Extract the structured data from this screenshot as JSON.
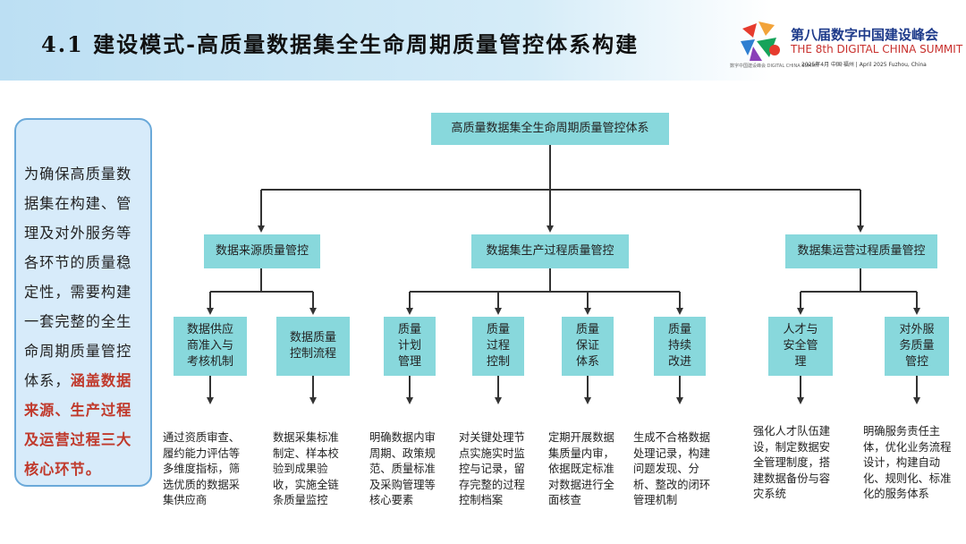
{
  "header": {
    "title": "4.1 建设模式-高质量数据集全生命周期质量管控体系构建",
    "summit_cn": "第八届数字中国建设峰会",
    "summit_en": "THE 8th DIGITAL CHINA SUMMIT",
    "summit_info": "2025年4月 中国·福州 | April 2025 Fuzhou, China",
    "logo_caption": "数字中国建设峰会 DIGITAL CHINA SUMMIT",
    "logo_icon": "summit-logo"
  },
  "intro": {
    "lead": "为确保高质量数据集在构建、管理及对外服务等各环节的质量稳定性，需要构建一套完整的全生命周期质量管控体系，",
    "highlight": "涵盖数据来源、生产过程及运营过程三大核心环节。"
  },
  "colors": {
    "box": "#88d8dc",
    "highlight": "#c0392b",
    "line": "#333333",
    "panel": "#d7ebfa"
  },
  "tree": {
    "root": "高质量数据集全生命周期质量管控体系",
    "branches": [
      {
        "label": "数据来源质量管控"
      },
      {
        "label": "数据集生产过程质量管控"
      },
      {
        "label": "数据集运营过程质量管控"
      }
    ],
    "leaves": [
      {
        "label": "数据供应\n商准入与\n考核机制",
        "desc": "通过资质审查、\n履约能力评估等\n多维度指标，筛\n选优质的数据采\n集供应商"
      },
      {
        "label": "数据质量\n控制流程",
        "desc": "数据采集标准\n制定、样本校\n验到成果验\n收，实施全链\n条质量监控"
      },
      {
        "label": "质量\n计划\n管理",
        "desc": "明确数据内审\n周期、政策规\n范、质量标准\n及采购管理等\n核心要素"
      },
      {
        "label": "质量\n过程\n控制",
        "desc": "对关键处理节\n点实施实时监\n控与记录，留\n存完整的过程\n控制档案"
      },
      {
        "label": "质量\n保证\n体系",
        "desc": "定期开展数据\n集质量内审，\n依据既定标准\n对数据进行全\n面核查"
      },
      {
        "label": "质量\n持续\n改进",
        "desc": "生成不合格数据\n处理记录，构建\n问题发现、分\n析、整改的闭环\n管理机制"
      },
      {
        "label": "人才与\n安全管\n理",
        "desc": "强化人才队伍建\n设，制定数据安\n全管理制度，搭\n建数据备份与容\n灾系统"
      },
      {
        "label": "对外服\n务质量\n管控",
        "desc": "明确服务责任主\n体，优化业务流程\n设计，构建自动\n化、规则化、标准\n化的服务体系"
      }
    ]
  }
}
